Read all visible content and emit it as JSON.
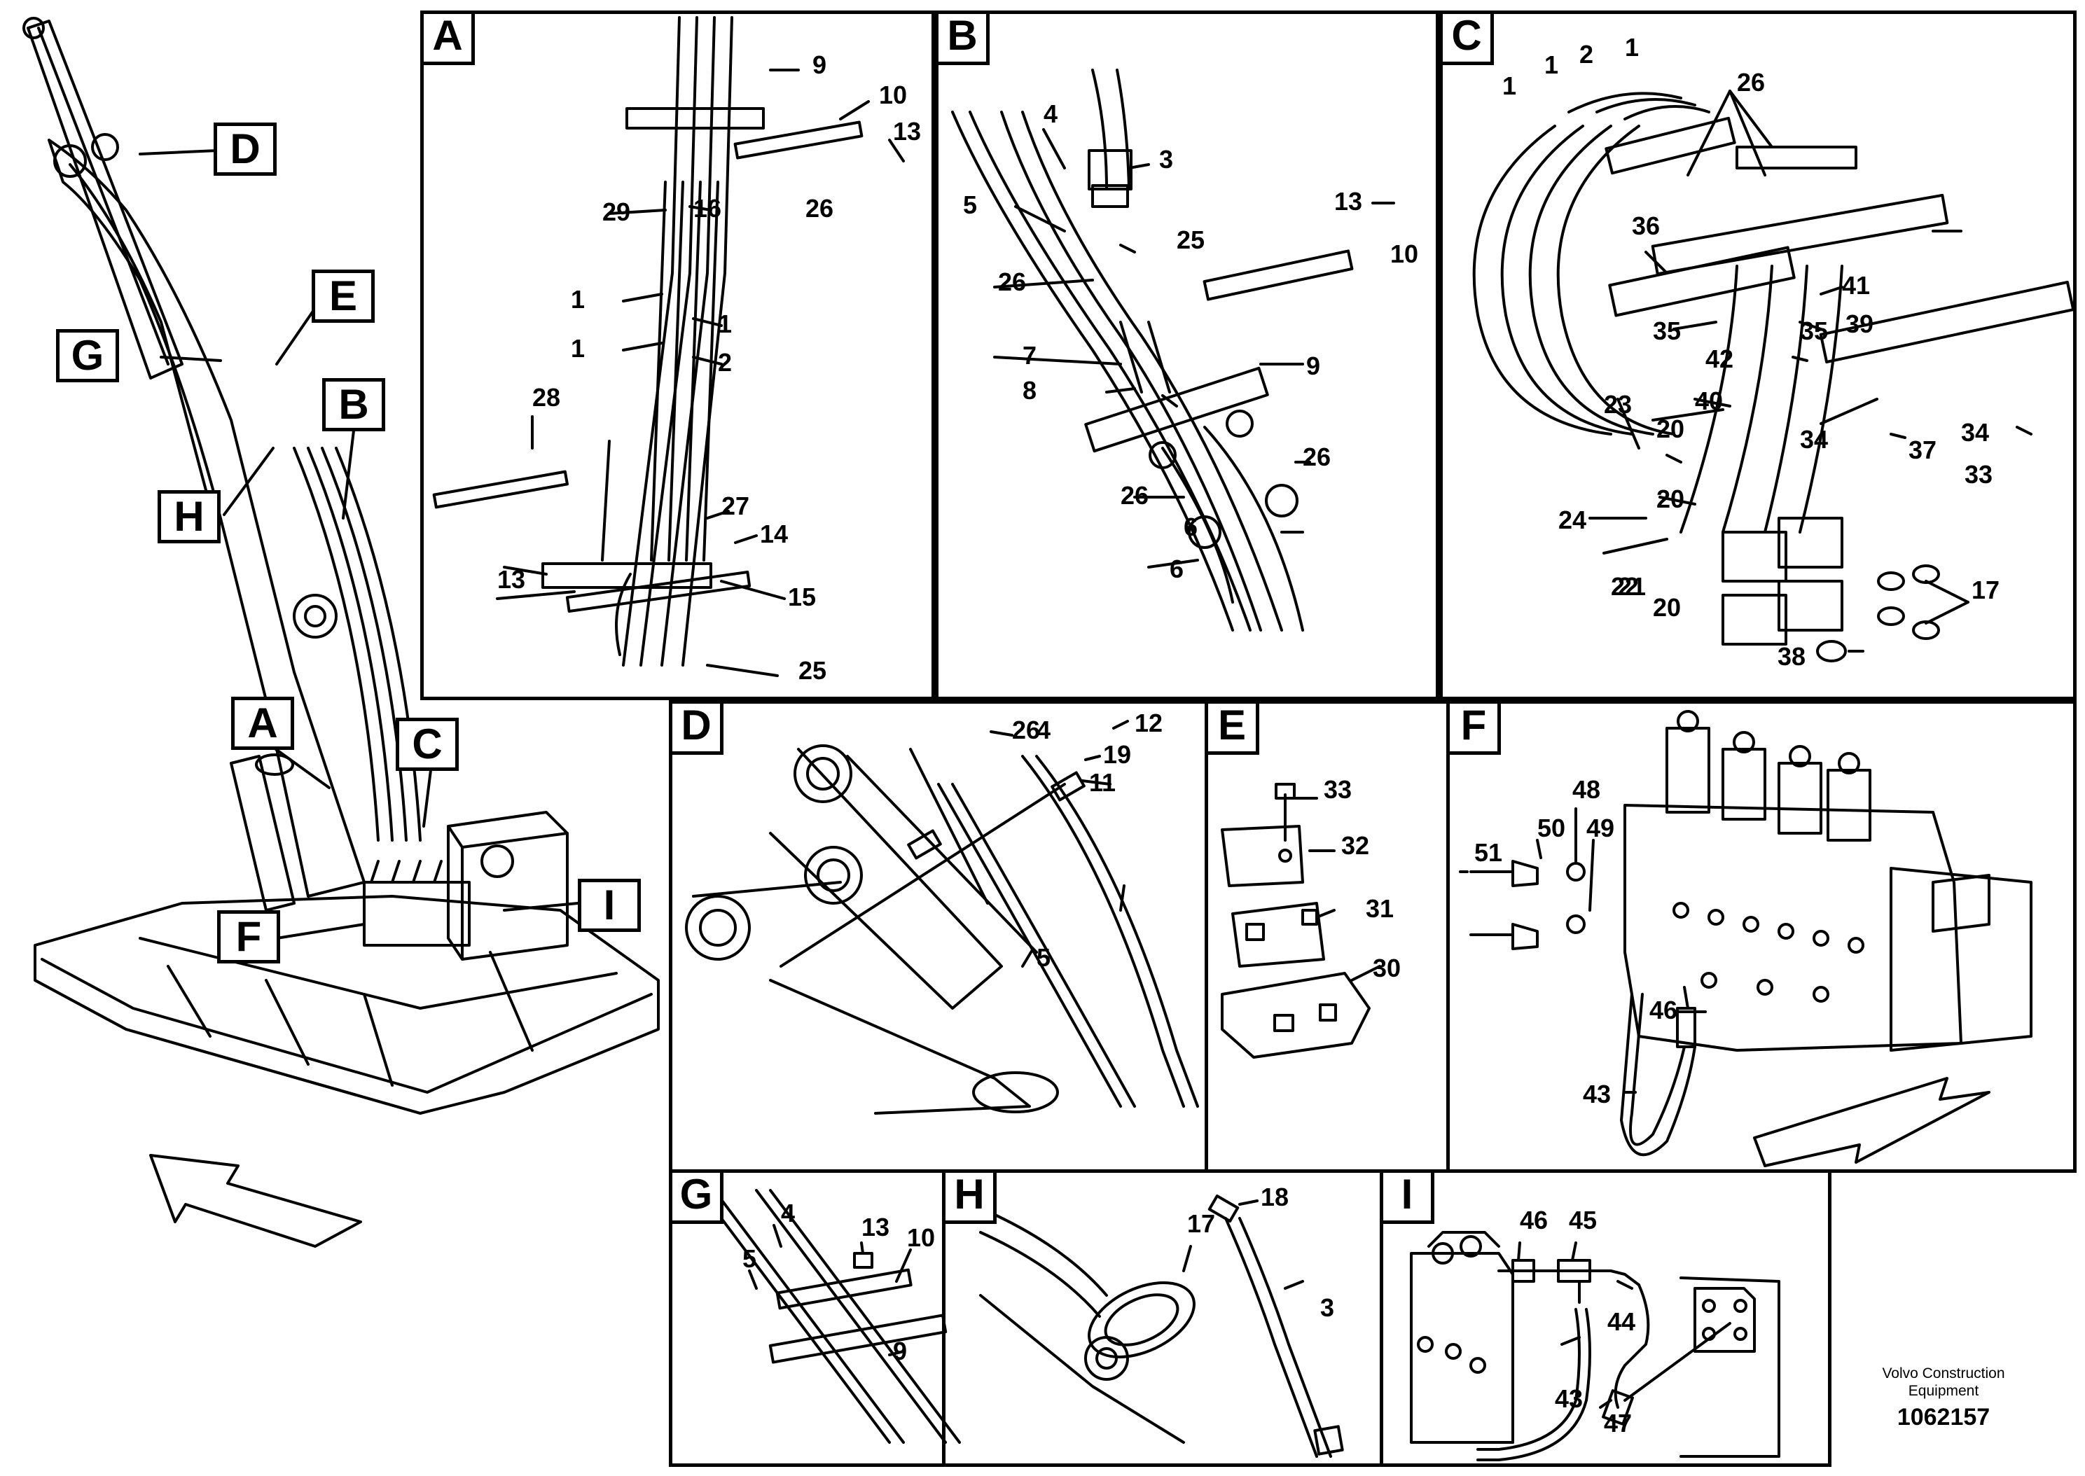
{
  "title": "",
  "panels": [
    {
      "id": "A",
      "label": "A",
      "parts": [
        "1",
        "1",
        "1",
        "2",
        "9",
        "10",
        "13",
        "13",
        "14",
        "15",
        "16",
        "25",
        "26",
        "27",
        "28",
        "29"
      ]
    },
    {
      "id": "B",
      "label": "B",
      "parts": [
        "3",
        "4",
        "5",
        "6",
        "6",
        "7",
        "8",
        "9",
        "10",
        "13",
        "25",
        "26",
        "26",
        "26"
      ]
    },
    {
      "id": "C",
      "label": "C",
      "parts": [
        "1",
        "1",
        "1",
        "2",
        "17",
        "20",
        "20",
        "20",
        "21",
        "22",
        "23",
        "24",
        "26",
        "33",
        "34",
        "34",
        "35",
        "35",
        "36",
        "37",
        "38",
        "39",
        "40",
        "41",
        "42"
      ]
    },
    {
      "id": "D",
      "label": "D",
      "parts": [
        "4",
        "5",
        "11",
        "12",
        "19",
        "26"
      ]
    },
    {
      "id": "E",
      "label": "E",
      "parts": [
        "30",
        "31",
        "32",
        "33"
      ]
    },
    {
      "id": "F",
      "label": "F",
      "parts": [
        "43",
        "46",
        "48",
        "49",
        "50",
        "51"
      ]
    },
    {
      "id": "G",
      "label": "G",
      "parts": [
        "4",
        "5",
        "9",
        "10",
        "13"
      ]
    },
    {
      "id": "H",
      "label": "H",
      "parts": [
        "3",
        "17",
        "18"
      ]
    },
    {
      "id": "I",
      "label": "I",
      "parts": [
        "43",
        "44",
        "45",
        "46",
        "47"
      ]
    }
  ],
  "overview_callouts": [
    "D",
    "E",
    "G",
    "B",
    "H",
    "A",
    "C",
    "F",
    "I"
  ],
  "credit": {
    "company_line1": "Volvo Construction",
    "company_line2": "Equipment",
    "drawing_number": "1062157"
  }
}
